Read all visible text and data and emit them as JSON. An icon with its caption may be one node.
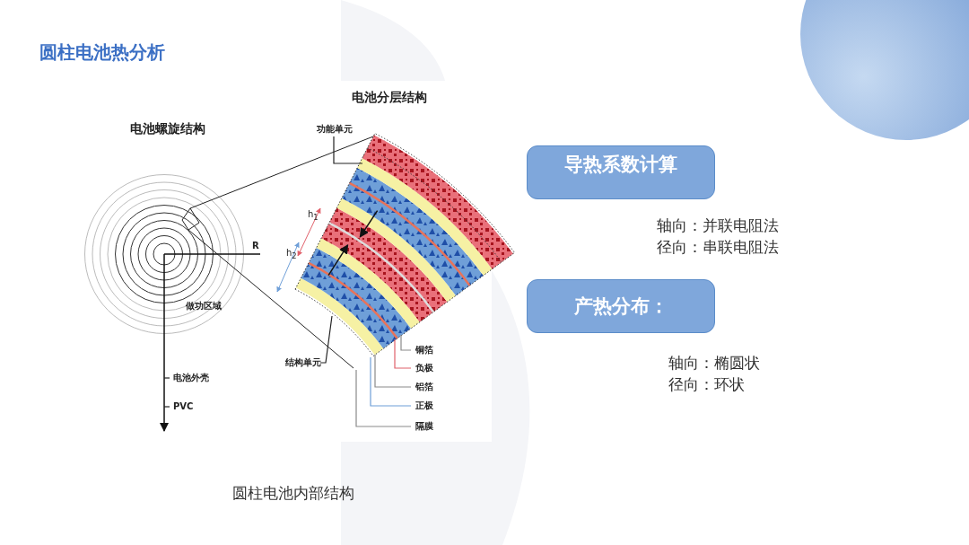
{
  "diagram": {
    "title": "圆柱电池热分析",
    "caption": "圆柱电池内部结构",
    "nodes": [
      {
        "text": [
          "导热系数计算"
        ],
        "beside": [
          "轴向：并联电阻法",
          "径向：串联电阻法"
        ]
      },
      {
        "text": [
          "产热分布："
        ],
        "beside": [
          "轴向：椭圆状",
          "径向：环状"
        ]
      },
      {
        "text": [
          "功能单元"
        ]
      },
      {
        "text": [
          "结构单元"
        ]
      },
      {
        "text": [
          "铜箔"
        ]
      },
      {
        "text": [
          "负极"
        ]
      },
      {
        "text": [
          "铝箔"
        ]
      },
      {
        "text": [
          "正极"
        ]
      },
      {
        "text": [
          "隔膜"
        ]
      },
      {
        "text": [
          "电池外壳"
        ]
      },
      {
        "text": [
          "PVC"
        ]
      },
      {
        "text": [],
        "shape": "picture"
      },
      {
        "text": [],
        "shape": "picture"
      }
    ],
    "edges": [
      {
        "from": 2,
        "to": 12,
        "arrow": "none"
      },
      {
        "from": 3,
        "to": 12,
        "arrow": "none"
      },
      {
        "from": 4,
        "to": 12,
        "arrow": "none",
        "color": "#8a8a8a"
      },
      {
        "from": 5,
        "to": 12,
        "arrow": "none",
        "color": "#e0606a"
      },
      {
        "from": 6,
        "to": 12,
        "arrow": "none",
        "color": "#8a8a8a"
      },
      {
        "from": 7,
        "to": 12,
        "arrow": "none",
        "color": "#6f9fd8"
      },
      {
        "from": 8,
        "to": 12,
        "arrow": "none",
        "color": "#8a8a8a"
      },
      {
        "from": 9,
        "to": null,
        "arrow": "none"
      },
      {
        "from": 10,
        "to": null,
        "arrow": "none"
      },
      {
        "from": 11,
        "to": 12,
        "arrow": "none"
      },
      {
        "from": 11,
        "to": 12,
        "arrow": "none"
      }
    ],
    "labels": [
      "电池分层结构",
      "电池螺旋结构",
      "R",
      "做功区域",
      "h$_{1}$",
      "h$_{2}$"
    ]
  }
}
